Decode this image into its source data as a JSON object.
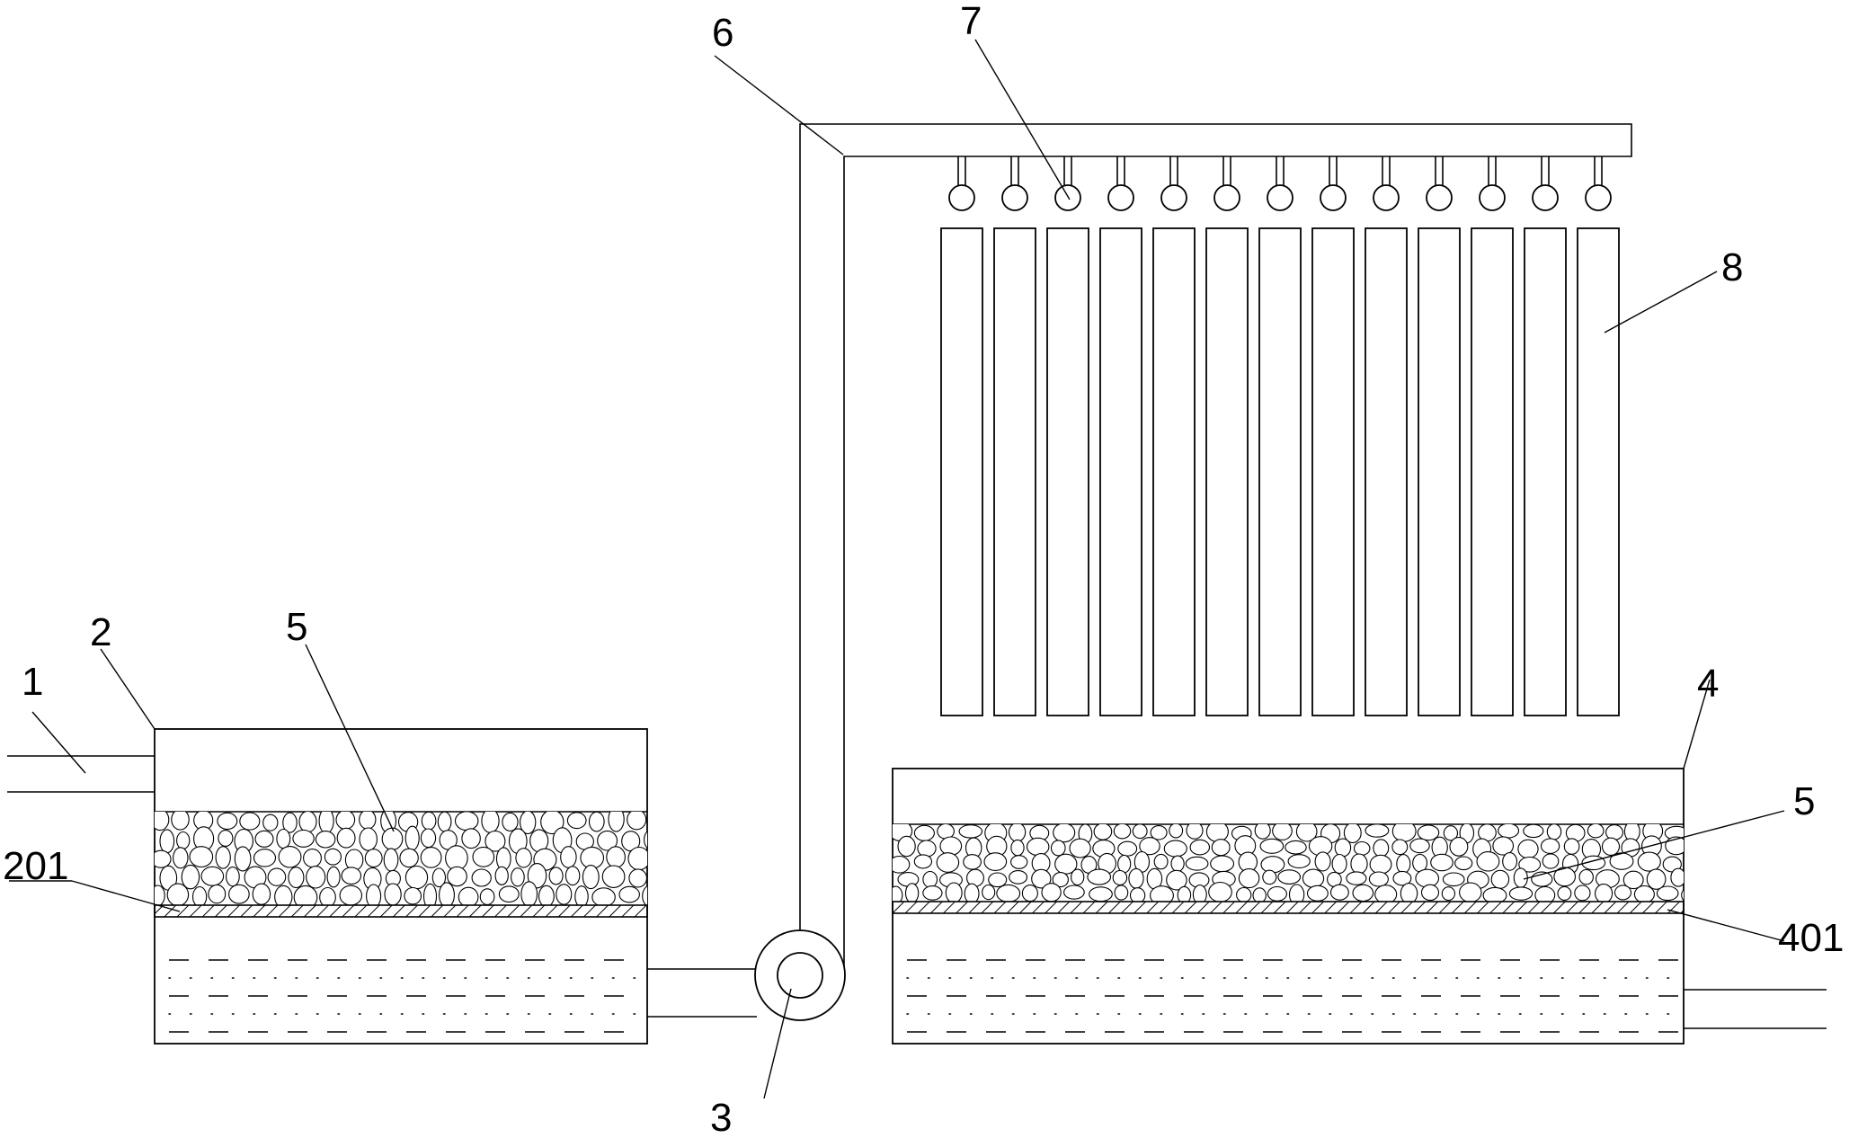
{
  "labels": {
    "inlet_pipe": "1",
    "first_tank": "2",
    "first_tank_filter_plate": "201",
    "pump": "3",
    "second_tank": "4",
    "second_tank_filter_plate": "401",
    "filter_media_left": "5",
    "filter_media_right": "5",
    "riser_pipe": "6",
    "spray_nozzles": "7",
    "cooling_plates": "8"
  }
}
